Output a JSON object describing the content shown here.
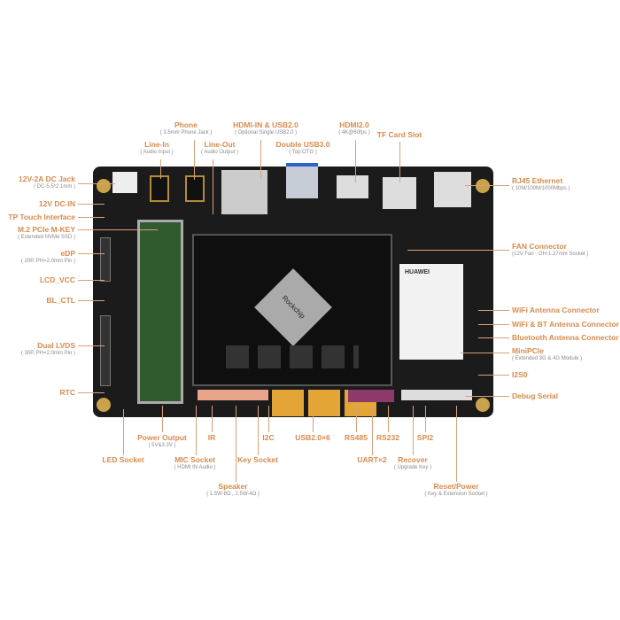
{
  "labels": {
    "dc_jack": {
      "title": "12V-2A DC Jack",
      "sub": "( DC-5.5*2.1mm )"
    },
    "dc_in": {
      "title": "12V DC-IN"
    },
    "tp": {
      "title": "TP Touch Interface"
    },
    "m2": {
      "title": "M.2 PCIe M-KEY",
      "sub": "( Extended NVMe SSD )"
    },
    "edp": {
      "title": "eDP",
      "sub": "( 20P, PH=2.0mm Pin )"
    },
    "lcd_vcc": {
      "title": "LCD_VCC"
    },
    "bl_ctl": {
      "title": "BL_CTL"
    },
    "lvds": {
      "title": "Dual LVDS",
      "sub": "( 30P, PH=2.0mm Pin )"
    },
    "rtc": {
      "title": "RTC"
    },
    "phone": {
      "title": "Phone",
      "sub": "( 3.5mm Phone Jack )"
    },
    "line_in": {
      "title": "Line-In",
      "sub": "( Audio Input )"
    },
    "line_out": {
      "title": "Line-Out",
      "sub": "( Audio Output )"
    },
    "hdmi_in": {
      "title": "HDMI-IN & USB2.0",
      "sub": "( Optional Single USB2.0 )"
    },
    "usb3": {
      "title": "Double USB3.0",
      "sub": "( Top:OTG )"
    },
    "hdmi2": {
      "title": "HDMI2.0",
      "sub": "( 4K@60fps )"
    },
    "tf": {
      "title": "TF Card Slot"
    },
    "rj45": {
      "title": "RJ45 Ethernet",
      "sub": "( 10M/100M/1000Mbps )"
    },
    "fan": {
      "title": "FAN Connector",
      "sub": "(12V Fan - GH-1.27mm Socket )"
    },
    "wifi": {
      "title": "WiFi Antenna Connector"
    },
    "wifibt": {
      "title": "WiFi & BT Antenna Connector"
    },
    "bt": {
      "title": "Bluetooth Antenna Connector"
    },
    "minipcie": {
      "title": "MiniPCIe",
      "sub": "( Extended 3G & 4G Module )"
    },
    "i2s0": {
      "title": "I2S0"
    },
    "debug": {
      "title": "Debug Serial"
    },
    "power_out": {
      "title": "Power Output",
      "sub": "( 5V&3.3V )"
    },
    "ir": {
      "title": "IR"
    },
    "i2c": {
      "title": "I2C"
    },
    "usb2": {
      "title": "USB2.0×6"
    },
    "rs485": {
      "title": "RS485"
    },
    "rs232": {
      "title": "RS232"
    },
    "spi2": {
      "title": "SPI2"
    },
    "led": {
      "title": "LED Socket"
    },
    "mic": {
      "title": "MIC Socket",
      "sub": "( HDMI IN Audio )"
    },
    "key": {
      "title": "Key Socket"
    },
    "uart": {
      "title": "UART×2"
    },
    "recover": {
      "title": "Recover",
      "sub": "( Upgrade Key )"
    },
    "speaker": {
      "title": "Speaker",
      "sub": "( 1.5W-8Ω , 2.5W-4Ω )"
    },
    "reset": {
      "title": "Reset/Power",
      "sub": "( Key & Extension Socket )"
    }
  },
  "board": {
    "soc_text": "Rockchip",
    "module_text": "HUAWEI"
  },
  "colors": {
    "label": "#d98a4e",
    "board": "#1b1b1b",
    "usb": "#e3a535"
  }
}
